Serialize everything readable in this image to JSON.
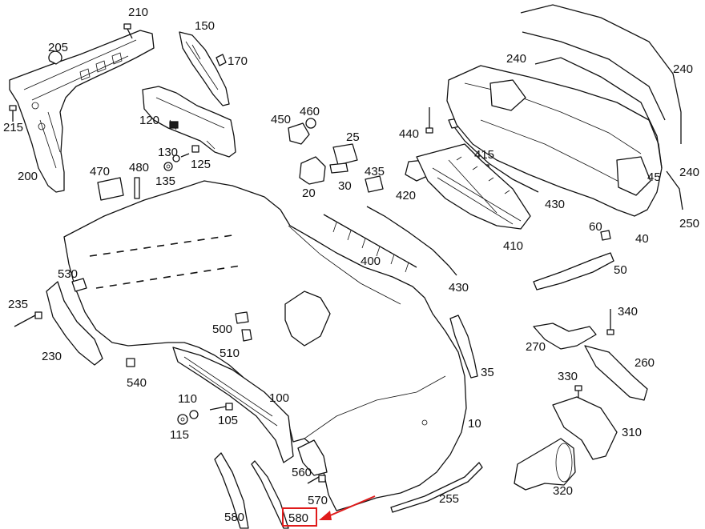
{
  "labels": {
    "p210": "210",
    "p150": "150",
    "p205": "205",
    "p170": "170",
    "p215": "215",
    "p120": "120",
    "p450": "450",
    "p460": "460",
    "p25": "25",
    "p440": "440",
    "p240a": "240",
    "p240b": "240",
    "p130": "130",
    "p125": "125",
    "p135": "135",
    "p200": "200",
    "p470": "470",
    "p480": "480",
    "p20": "20",
    "p30": "30",
    "p435": "435",
    "p415": "415",
    "p420": "420",
    "p430a": "430",
    "p45": "45",
    "p240c": "240",
    "p250": "250",
    "p410": "410",
    "p60": "60",
    "p40": "40",
    "p400": "400",
    "p50": "50",
    "p530": "530",
    "p430b": "430",
    "p235": "235",
    "p500": "500",
    "p340": "340",
    "p270": "270",
    "p510": "510",
    "p230": "230",
    "p260": "260",
    "p35": "35",
    "p540": "540",
    "p330": "330",
    "p110": "110",
    "p100": "100",
    "p105": "105",
    "p10": "10",
    "p115": "115",
    "p310": "310",
    "p560": "560",
    "p570": "570",
    "p255": "255",
    "p320": "320",
    "p580a": "580",
    "p580b": "580"
  },
  "highlight": {
    "label": "580",
    "color": "#e01b1b"
  }
}
